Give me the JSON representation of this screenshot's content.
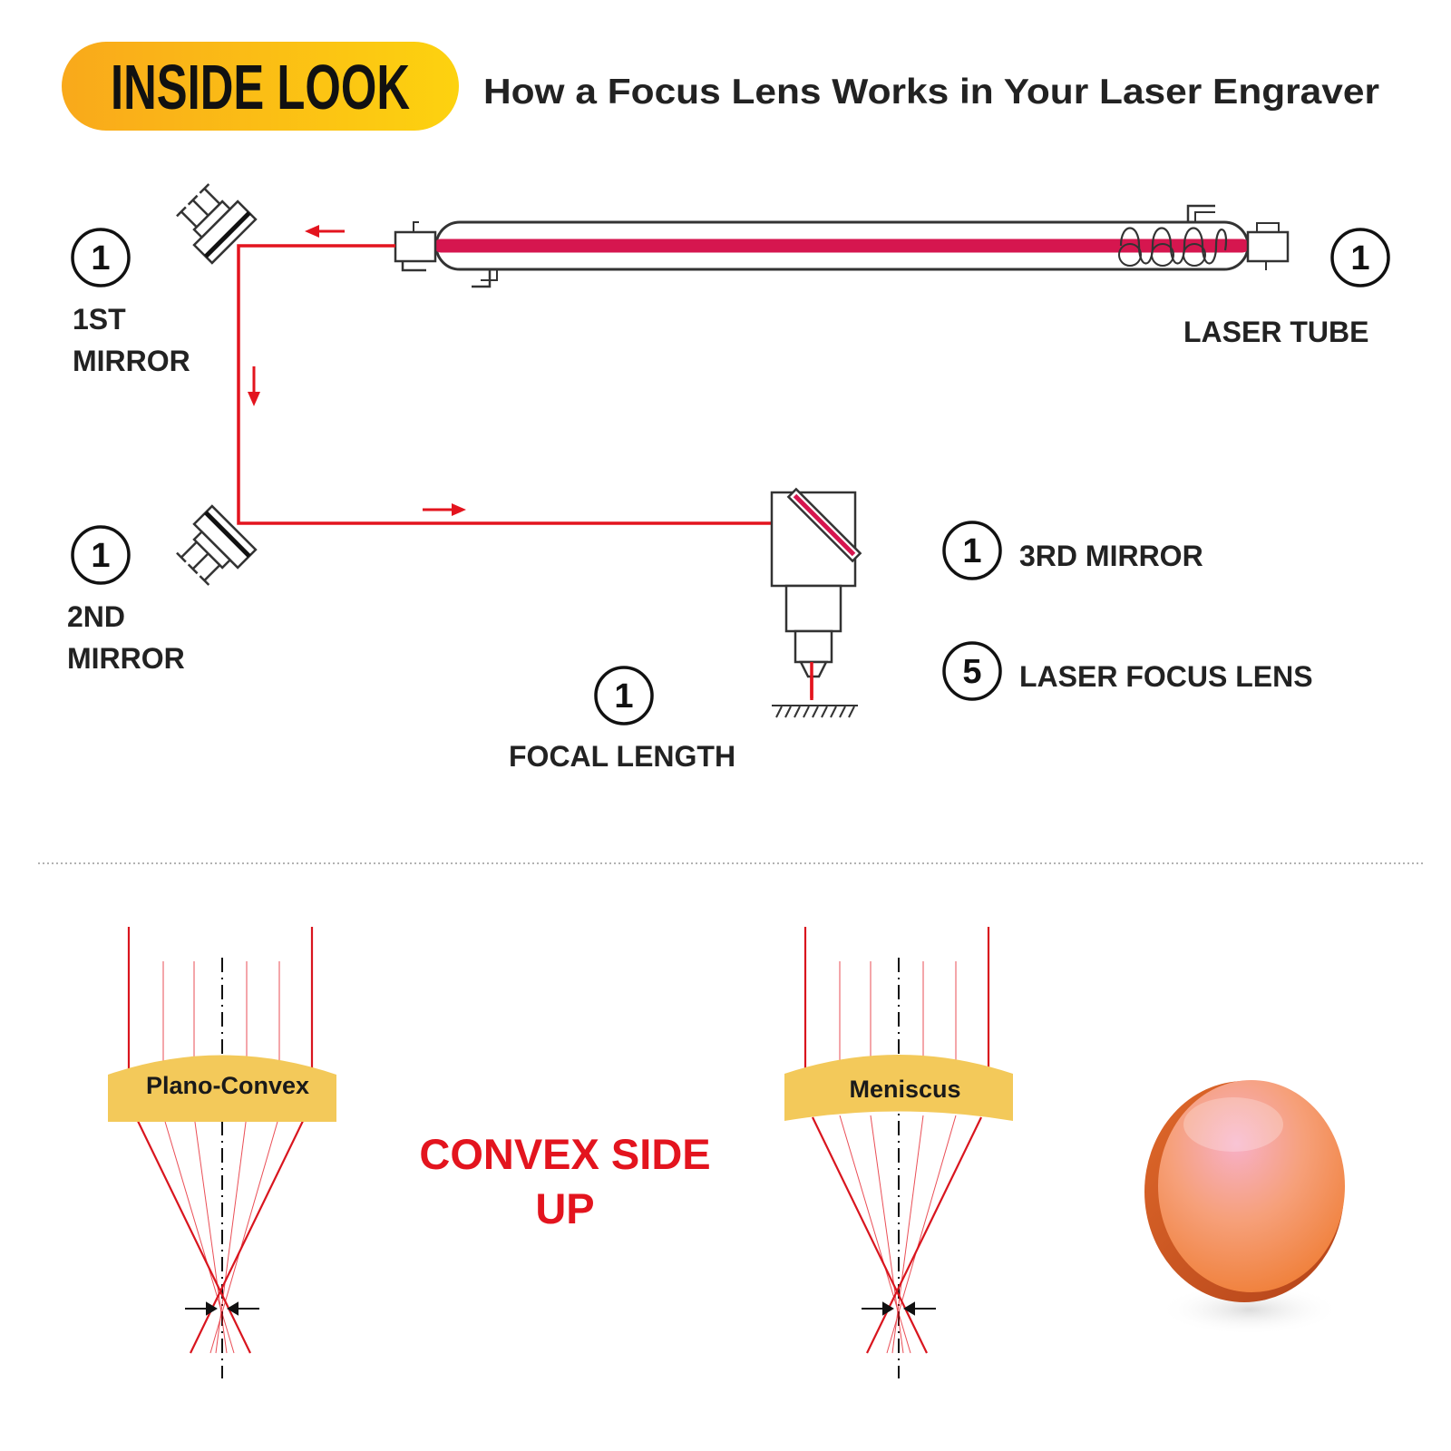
{
  "header": {
    "badge": "INSIDE LOOK",
    "subtitle": "How a Focus Lens Works in Your Laser Engraver"
  },
  "components": {
    "first_mirror": {
      "count": "1",
      "label_line1": "1ST",
      "label_line2": "MIRROR"
    },
    "laser_tube": {
      "count": "1",
      "label": "LASER TUBE"
    },
    "second_mirror": {
      "count": "1",
      "label_line1": "2ND",
      "label_line2": "MIRROR"
    },
    "third_mirror": {
      "count": "1",
      "label": "3RD MIRROR"
    },
    "focus_lens": {
      "count": "5",
      "label": "LASER FOCUS LENS"
    },
    "focal_length": {
      "count": "1",
      "label": "FOCAL LENGTH"
    }
  },
  "lens_types": {
    "plano_convex": "Plano-Convex",
    "meniscus": "Meniscus",
    "orientation_line1": "CONVEX SIDE",
    "orientation_line2": "UP"
  },
  "colors": {
    "badge": "#fbb517",
    "beam": "#e3141e",
    "tube_core": "#d6164f",
    "lens": "#f3c95a"
  }
}
